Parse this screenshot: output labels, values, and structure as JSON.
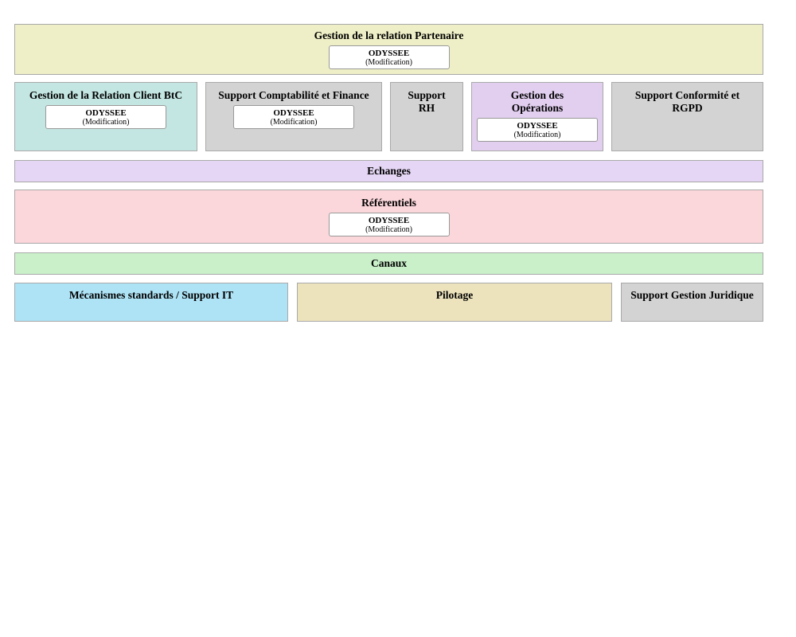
{
  "app_box": {
    "name": "ODYSSEE",
    "qualifier": "(Modification)"
  },
  "blocks": {
    "partenaire": {
      "label": "Gestion de la relation Partenaire",
      "color": "#eeefc6",
      "has_app_box": true
    },
    "row2": [
      {
        "label": "Gestion de la Relation Client BtC",
        "color": "#c3e6e2",
        "has_app_box": true
      },
      {
        "label": "Support Comptabilité et Finance",
        "color": "#d3d3d3",
        "has_app_box": true
      },
      {
        "label": "Support RH",
        "color": "#d3d3d3",
        "has_app_box": false
      },
      {
        "label": "Gestion des Opérations",
        "color": "#e2cff0",
        "has_app_box": true
      },
      {
        "label": "Support Conformité et RGPD",
        "color": "#d3d3d3",
        "has_app_box": false
      }
    ],
    "echanges": {
      "label": "Echanges",
      "color": "#e4d6f4",
      "has_app_box": false
    },
    "referentiels": {
      "label": "Référentiels",
      "color": "#fbd6db",
      "has_app_box": true
    },
    "canaux": {
      "label": "Canaux",
      "color": "#c9f0c9",
      "has_app_box": false
    },
    "row6": [
      {
        "label": "Mécanismes standards / Support IT",
        "color": "#aee3f6",
        "has_app_box": false
      },
      {
        "label": "Pilotage",
        "color": "#ece3bc",
        "has_app_box": false
      },
      {
        "label": "Support Gestion Juridique",
        "color": "#d3d3d3",
        "has_app_box": false
      }
    ]
  },
  "style": {
    "block_border_color": "#a9a9a9",
    "app_box_border_color": "#999999",
    "app_box_background": "#ffffff",
    "text_color": "#000000",
    "page_background": "#ffffff"
  }
}
